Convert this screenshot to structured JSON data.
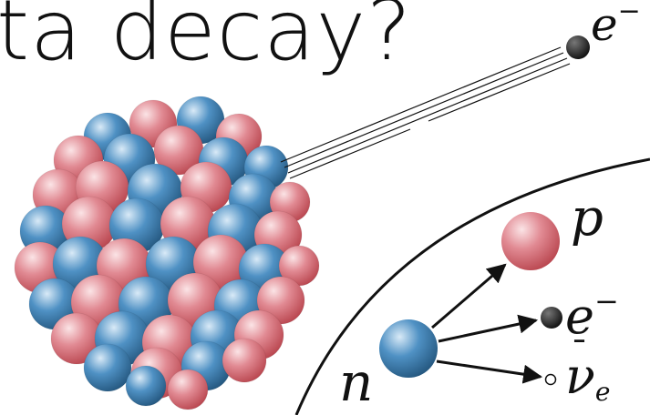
{
  "title": "ta decay?",
  "labels": {
    "emitted_electron": {
      "base": "e",
      "sup": "−"
    },
    "neutron": "n",
    "proton": "p",
    "electron": {
      "base": "e",
      "sup": "−"
    },
    "antineutrino": {
      "base": "ν",
      "bar": "¯",
      "sub": "e"
    }
  },
  "colors": {
    "proton_red": "#d9707c",
    "neutron_blue": "#3f7fb2",
    "electron": "#2a2a2a",
    "line": "#111111"
  }
}
